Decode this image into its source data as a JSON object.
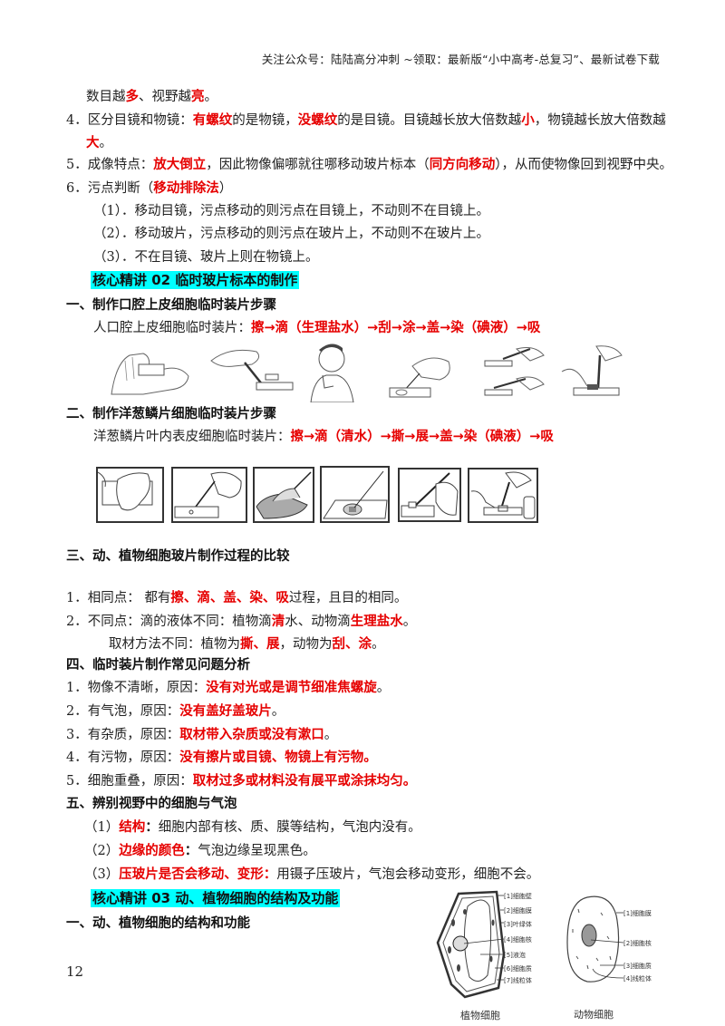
{
  "header": {
    "notice": "关注公众号：陆陆高分冲刺  ~领取：最新版“小中高考-总复习”、最新试卷下载"
  },
  "top": {
    "cont_line": {
      "a": "数目越",
      "b": "多",
      "c": "、视野越",
      "d": "亮",
      "e": "。"
    },
    "item4": {
      "num": "4．",
      "a": "区分目镜和物镜：",
      "b": "有螺纹",
      "c": "的是物镜，",
      "d": "没螺纹",
      "e": "的是目镜。目镜越长放大倍数越",
      "f": "小",
      "g": "，物镜越长放大倍数越",
      "h": "大",
      "i": "。"
    },
    "item5": {
      "num": "5．",
      "a": "成像特点：",
      "b": "放大倒立",
      "c": "，因此物像偏哪就往哪移动玻片标本（",
      "d": "同方向移动",
      "e": "），从而使物像回到视野中央。"
    },
    "item6": {
      "num": "6．",
      "a": "污点判断（",
      "b": "移动排除法",
      "c": "）"
    },
    "sub": [
      "（1）．移动目镜，污点移动的则污点在目镜上，不动则不在目镜上。",
      "（2）．移动玻片，污点移动的则污点在玻片上，不动则不在玻片上。",
      "（3）．不在目镜、玻片上则在物镜上。"
    ]
  },
  "section02": {
    "title": "核心精讲 02   临时玻片标本的制作",
    "part1": {
      "heading": "一、制作口腔上皮细胞临时装片步骤",
      "label": "人口腔上皮细胞临时装片：",
      "steps": "擦→滴（生理盐水）→刮→涂→盖→染（碘液）→吸",
      "images": [
        "wipe-slide",
        "drop-saline",
        "rinse-mouth",
        "scrape-smear",
        "cover-slip",
        "stain-absorb"
      ]
    },
    "part2": {
      "heading": "二、制作洋葱鳞片细胞临时装片步骤",
      "label": "洋葱鳞片叶内表皮细胞临时装片：",
      "steps": "擦→滴（清水）→撕→展→盖→染（碘液）→吸",
      "images": [
        "wipe-slide",
        "drop-water",
        "tear-epidermis",
        "spread-tissue",
        "cover-slip",
        "stain-absorb"
      ]
    },
    "part3": {
      "heading": "三、动、植物细胞玻片制作过程的比较",
      "same": {
        "num": "1．",
        "a": "相同点：  都有",
        "b": "擦、滴、盖、染、吸",
        "c": "过程，且目的相同。"
      },
      "diff": {
        "num": "2．",
        "a": "不同点：滴的液体不同：植物滴",
        "b": "清",
        "c": "水、动物滴",
        "d": "生理盐水",
        "e": "。"
      },
      "diff2": {
        "a": "取材方法不同：植物为",
        "b": "撕、展",
        "c": "，动物为",
        "d": "刮、涂",
        "e": "。"
      }
    },
    "part4": {
      "heading": "四、临时装片制作常见问题分析",
      "items": [
        {
          "num": "1．",
          "q": "物像不清晰，原因：",
          "a": "没有对光或是调节细准焦螺旋",
          "end": "。"
        },
        {
          "num": "2．",
          "q": "有气泡，原因：",
          "a": "没有盖好盖玻片",
          "end": "。"
        },
        {
          "num": "3．",
          "q": "有杂质，原因：",
          "a": "取材带入杂质或没有漱口",
          "end": "。"
        },
        {
          "num": "4．",
          "q": "有污物，原因：",
          "a": "没有擦片或目镜、物镜上有污物。",
          "end": ""
        },
        {
          "num": "5．",
          "q": "细胞重叠，原因：",
          "a": "取材过多或材料没有展平或涂抹均匀。",
          "end": ""
        }
      ]
    },
    "part5": {
      "heading": "五、辨别视野中的细胞与气泡",
      "items": [
        {
          "num": "（1）",
          "k": "结构",
          "sep": "：",
          "v": "细胞内部有核、质、膜等结构，气泡内没有。"
        },
        {
          "num": "（2）",
          "k": "边缘的颜色",
          "sep": "：",
          "v": "气泡边缘呈现黑色。"
        },
        {
          "num": "（3）",
          "k": "压玻片是否会移动、变形",
          "sep": "：",
          "v": "用镊子压玻片，气泡会移动变形，细胞不会。"
        }
      ]
    }
  },
  "section03": {
    "title": "核心精讲 03   动、植物细胞的结构及功能",
    "part1": {
      "heading": "一、动、植物细胞的结构和功能"
    },
    "plant_cell": {
      "caption": "植物细胞",
      "labels": [
        "[1]细胞壁",
        "[2]细胞膜",
        "[3]叶绿体",
        "[4]细胞核",
        "[5]液泡",
        "[6]细胞质",
        "[7]线粒体"
      ]
    },
    "animal_cell": {
      "caption": "动物细胞",
      "labels": [
        "[1]细胞膜",
        "[2]细胞核",
        "[3]细胞质",
        "[4]线粒体"
      ]
    }
  },
  "footer": {
    "page_number": "12"
  }
}
